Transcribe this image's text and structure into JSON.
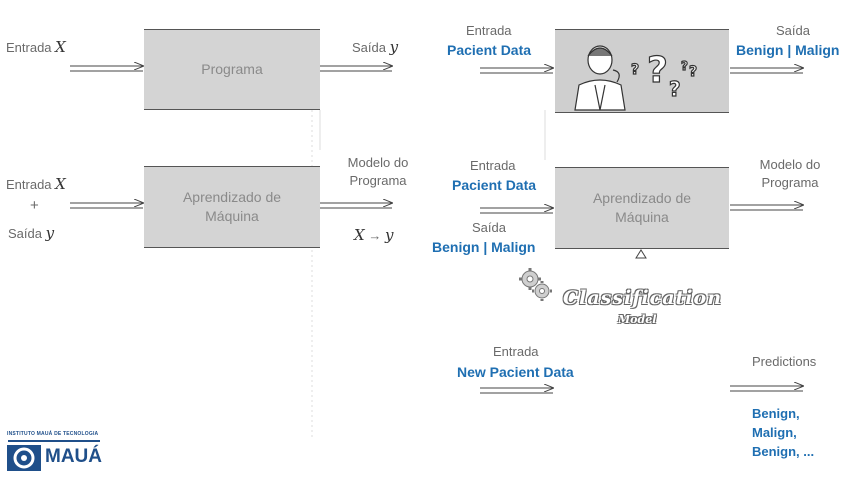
{
  "left": {
    "top_input_label": "Entrada",
    "top_input_var": "X",
    "program_box": "Programa",
    "top_output_label": "Saída",
    "top_output_var": "y",
    "ml_input_label": "Entrada",
    "ml_input_var": "X",
    "plus": "+",
    "ml_output_label": "Saída",
    "ml_output_var": "y",
    "ml_box": "Aprendizado de Máquina",
    "model_label": "Modelo do Programa",
    "model_formula_x": "X",
    "model_formula_arrow": "→",
    "model_formula_y": "y"
  },
  "right": {
    "entrada_1": "Entrada",
    "pacient_data_1": "Pacient Data",
    "saida_1": "Saída",
    "benign_malign_1": "Benign | Malign",
    "entrada_2": "Entrada",
    "pacient_data_2": "Pacient Data",
    "saida_2": "Saída",
    "benign_malign_2": "Benign | Malign",
    "ml_box": "Aprendizado de Máquina",
    "model_label": "Modelo do Programa",
    "classification_title": "Classification",
    "classification_sub": "Model",
    "entrada_3": "Entrada",
    "new_pacient_data": "New Pacient Data",
    "predictions_label": "Predictions",
    "predictions": [
      "Benign,",
      "Malign,",
      "Benign, ..."
    ]
  },
  "logo": {
    "subtitle": "INSTITUTO MAUÁ DE TECNOLOGIA",
    "name": "MAUÁ"
  },
  "colors": {
    "accent": "#1f6fb2",
    "box": "#d4d4d4",
    "logo": "#1f4f8a"
  }
}
